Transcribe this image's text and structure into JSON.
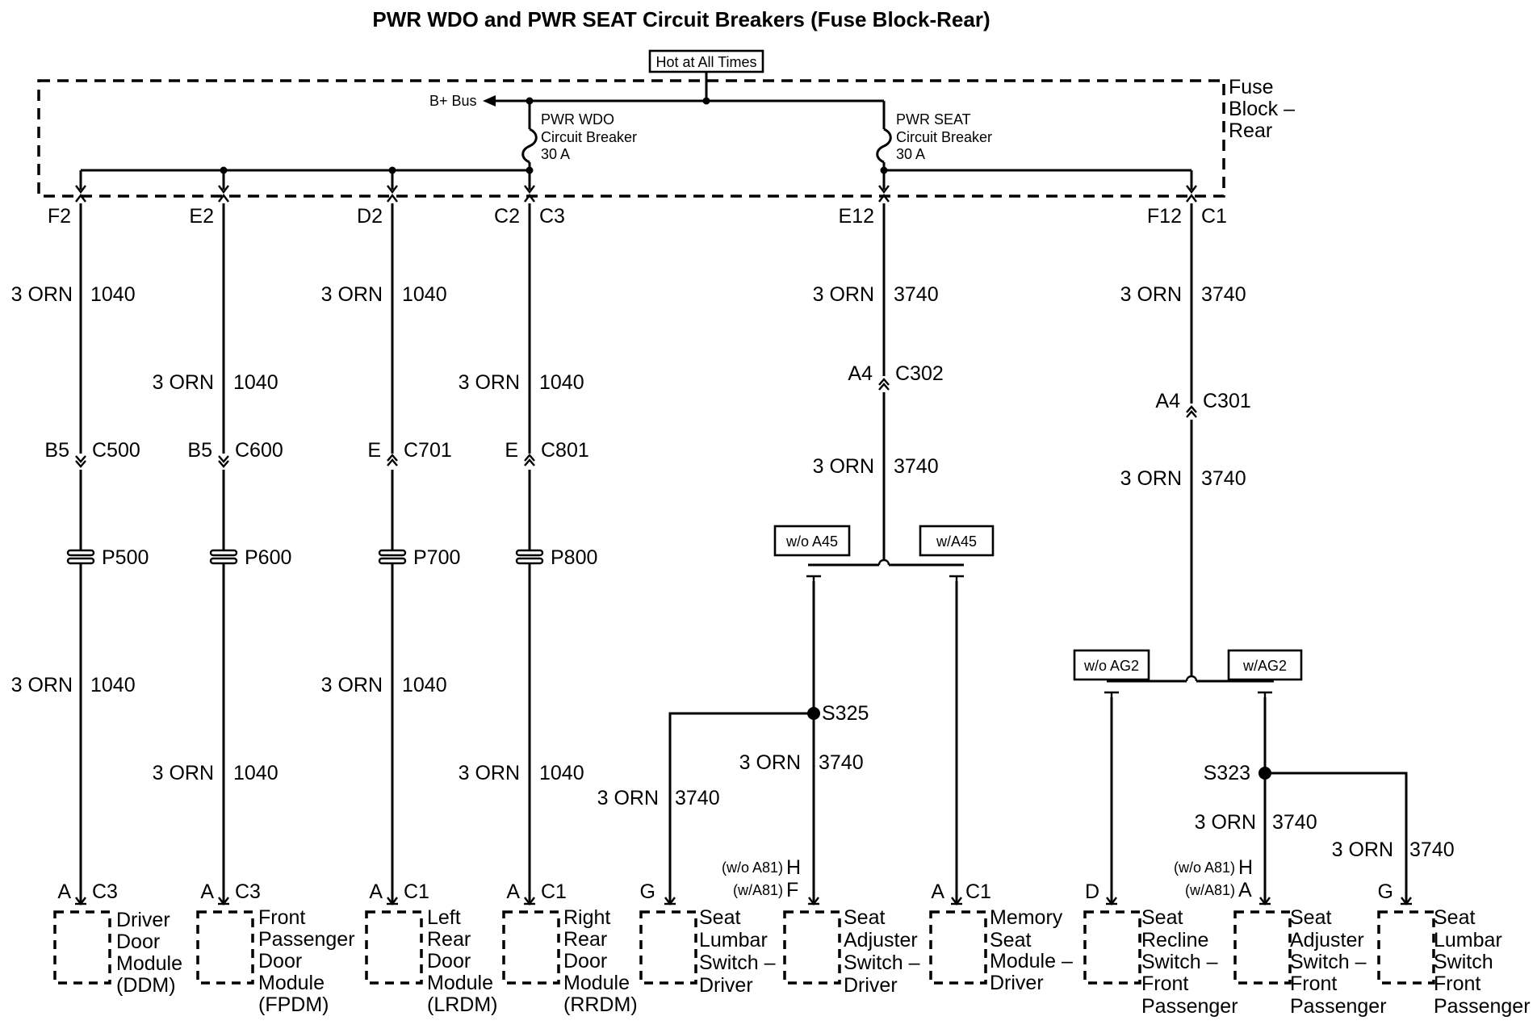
{
  "title": "PWR WDO and PWR SEAT Circuit Breakers (Fuse Block-Rear)",
  "hot_label": "Hot at All Times",
  "fuse_block": {
    "l1": "Fuse",
    "l2": "Block –",
    "l3": "Rear"
  },
  "b_bus": "B+ Bus",
  "cb_wdo": {
    "l1": "PWR WDO",
    "l2": "Circuit Breaker",
    "l3": "30 A"
  },
  "cb_seat": {
    "l1": "PWR SEAT",
    "l2": "Circuit Breaker",
    "l3": "30 A"
  },
  "pins": {
    "f2": "F2",
    "e2": "E2",
    "d2": "D2",
    "c2": "C2",
    "c3": "C3",
    "e12": "E12",
    "f12": "F12",
    "c1": "C1"
  },
  "wire": {
    "orn": "3 ORN",
    "c1040": "1040",
    "c3740": "3740"
  },
  "conn": {
    "b5": "B5",
    "c500": "C500",
    "c600": "C600",
    "e": "E",
    "c701": "C701",
    "c801": "C801",
    "a4": "A4",
    "c302": "C302",
    "c301": "C301"
  },
  "plugs": {
    "p500": "P500",
    "p600": "P600",
    "p700": "P700",
    "p800": "P800"
  },
  "options": {
    "wo_a45": "w/o A45",
    "w_a45": "w/A45",
    "wo_ag2": "w/o AG2",
    "w_ag2": "w/AG2"
  },
  "splices": {
    "s325": "S325",
    "s323": "S323"
  },
  "terminals": {
    "a": "A",
    "c3": "C3",
    "c1": "C1",
    "g": "G",
    "d": "D",
    "wo_a81": "(w/o A81)",
    "w_a81": "(w/A81)",
    "h": "H",
    "f": "F"
  },
  "components": {
    "ddm": [
      "Driver",
      "Door",
      "Module",
      "(DDM)"
    ],
    "fpdm": [
      "Front",
      "Passenger",
      "Door",
      "Module",
      "(FPDM)"
    ],
    "lrdm": [
      "Left",
      "Rear",
      "Door",
      "Module",
      "(LRDM)"
    ],
    "rrdm": [
      "Right",
      "Rear",
      "Door",
      "Module",
      "(RRDM)"
    ],
    "lumbar_driver": [
      "Seat",
      "Lumbar",
      "Switch –",
      "Driver"
    ],
    "adjuster_driver": [
      "Seat",
      "Adjuster",
      "Switch –",
      "Driver"
    ],
    "memory": [
      "Memory",
      "Seat",
      "Module –",
      "Driver"
    ],
    "recline_fp": [
      "Seat",
      "Recline",
      "Switch –",
      "Front",
      "Passenger"
    ],
    "adjuster_fp": [
      "Seat",
      "Adjuster",
      "Switch –",
      "Front",
      "Passenger"
    ],
    "lumbar_fp": [
      "Seat",
      "Lumbar",
      "Switch",
      "Front",
      "Passenger"
    ]
  }
}
